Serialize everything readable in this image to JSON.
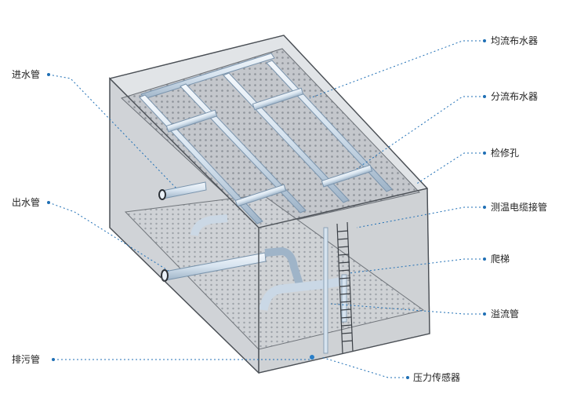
{
  "labels": {
    "inlet_pipe": "进水管",
    "outlet_pipe": "出水管",
    "drain_pipe": "排污管",
    "uniform_distributor": "均流布水器",
    "split_distributor": "分流布水器",
    "inspection_hole": "检修孔",
    "temp_cable_pipe": "测温电缆接管",
    "ladder": "爬梯",
    "overflow_pipe": "溢流管",
    "pressure_sensor": "压力传感器"
  },
  "colors": {
    "leader": "#1f6fb5",
    "tank_edge": "#555a60",
    "tank_fill": "#c9cdd3",
    "plate": "#b8bcc2",
    "pipe": "#dfe9f3",
    "pipe_edge": "#7b95ad"
  }
}
